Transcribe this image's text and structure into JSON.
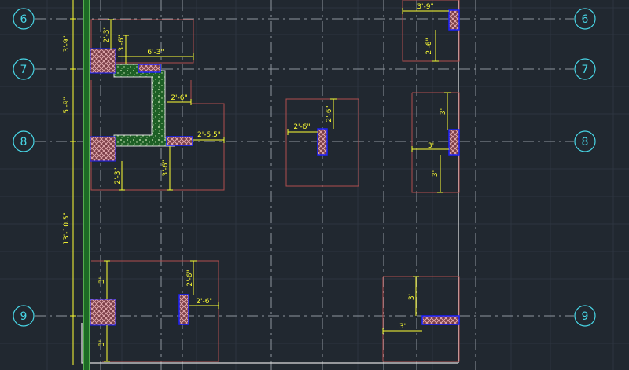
{
  "grid_labels": {
    "g6": "6",
    "g7": "7",
    "g8": "8",
    "g9": "9"
  },
  "dims": {
    "d_3_9_left": "3'-9\"",
    "d_5_9_left": "5'-9\"",
    "d_13_10_5_left": "13'-10.5\"",
    "d_2_3_top": "2'-3\"",
    "d_3_6_top": "3'-6\"",
    "d_6_3": "6'-3\"",
    "d_2_6_mid": "2'-6\"",
    "d_2_5_5": "2'-5.5\"",
    "d_2_3_low": "2'-3\"",
    "d_3_6_low": "3'-6\"",
    "d_2_6_center_h": "2'-6\"",
    "d_2_6_center_v": "2'-6\"",
    "d_3_9_right": "3'-9\"",
    "d_2_6_right": "2'-6\"",
    "d_3_right_up": "3'",
    "d_3_right_mid": "3'",
    "d_3_right_low": "3'",
    "d_3_bl_up": "3'",
    "d_2_6_bottom_v": "2'-6\"",
    "d_2_6_bottom_h": "2'-6\"",
    "d_3_bl_low": "3'",
    "d_3_br_v": "3'",
    "d_3_br_h": "3'"
  },
  "colors": {
    "background": "#212830",
    "grid_major": "#3a434e",
    "centerline": "#8e969e",
    "footing_outline": "#b14e4e",
    "dimension": "#ffff33",
    "column_fill": "#7a3d46",
    "column_hatch": "#e0a8ad",
    "column_border": "#1c20ff",
    "wall": "#1d8a2a",
    "grid_bubble": "#48d6e6",
    "slab_edge": "#dcdcdc"
  }
}
